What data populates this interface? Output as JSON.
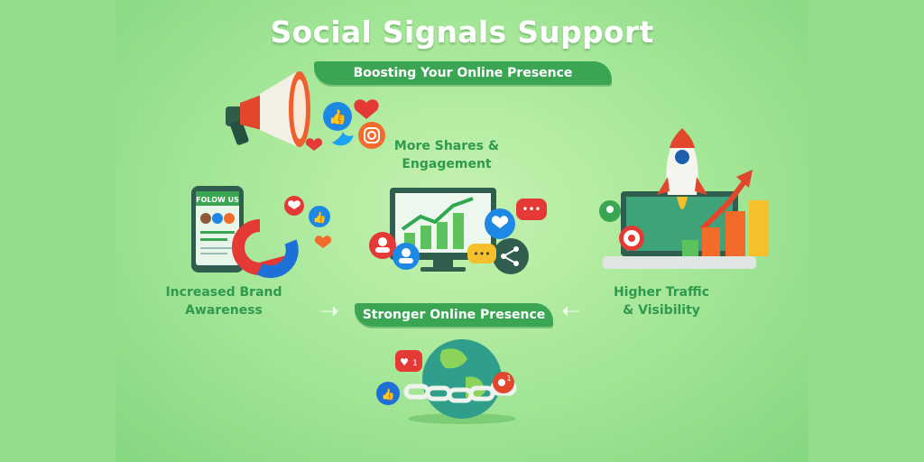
{
  "header": {
    "title": "Social Signals Support",
    "subtitle": "Boosting Your Online Presence"
  },
  "sections": {
    "engagement": {
      "caption_line1": "More Shares &",
      "caption_line2": "Engagement"
    },
    "brand": {
      "caption_line1": "Increased Brand",
      "caption_line2": "Awareness",
      "phone_header": "FOLOW US"
    },
    "traffic": {
      "caption_line1": "Higher Traffic",
      "caption_line2": "& Visibility"
    },
    "center": {
      "banner": "Stronger Online Presence"
    }
  },
  "icons": {
    "megaphone": "megaphone-icon",
    "like": "thumbs-up-icon",
    "heart": "heart-icon",
    "twitter": "twitter-bird-icon",
    "instagram": "instagram-icon",
    "rocket": "rocket-icon",
    "magnet": "magnet-icon",
    "globe": "globe-icon",
    "share": "share-icon"
  },
  "notifications": {
    "heart_count": "1",
    "comment_count": "1"
  },
  "colors": {
    "background_outer": "#95dc8c",
    "accent_green": "#3aa653",
    "caption_green": "#2e9a4e",
    "social_blue": "#1e88e5",
    "social_red": "#e53935",
    "orange": "#f26b2a",
    "yellow": "#f6c02c"
  }
}
